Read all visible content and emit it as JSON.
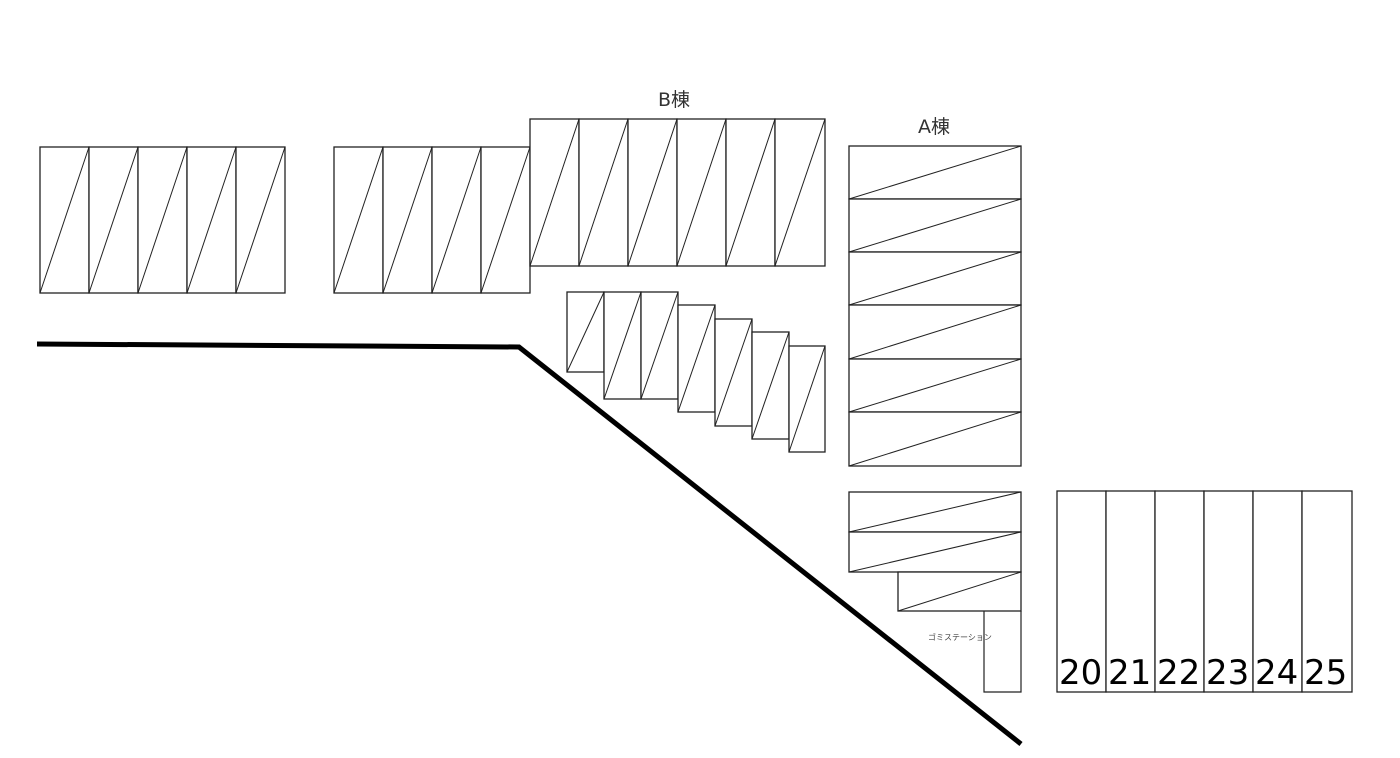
{
  "labels": {
    "building_b": "B棟",
    "building_a": "A棟",
    "garbage_station": "ゴミステーション"
  },
  "space_numbers": [
    "20",
    "21",
    "22",
    "23",
    "24",
    "25"
  ],
  "colors": {
    "line": "#222222",
    "road": "#000000",
    "background": "#ffffff"
  }
}
